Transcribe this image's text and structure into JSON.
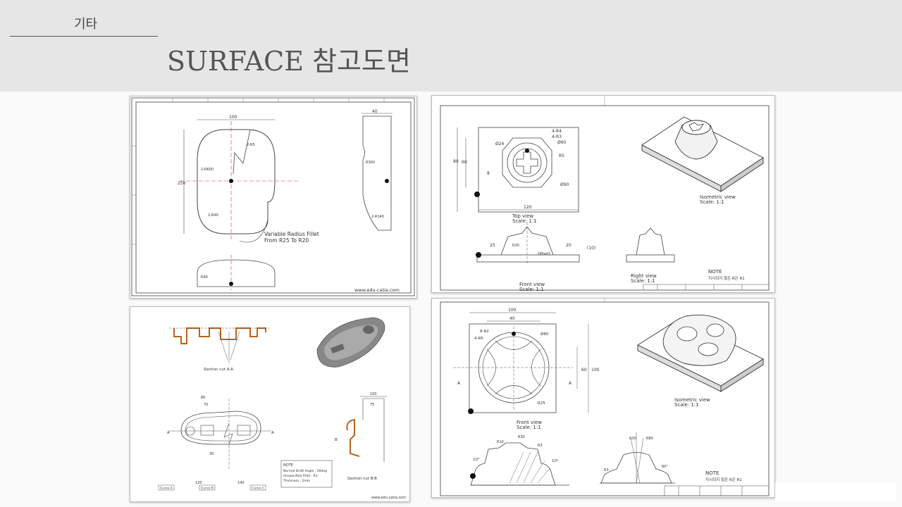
{
  "header": {
    "category": "기타",
    "title": "SURFACE 참고도면"
  },
  "drawing1": {
    "fillet_note_line1": "Variable Radius Fillet",
    "fillet_note_line2": "From R25 To R20",
    "watermark": "www.edu-catia.com",
    "dim_width": "100",
    "dim_side": "40",
    "dim_height": "250",
    "r600": "2-R600",
    "r40": "2-R40",
    "r300": "R300",
    "r5": "2-R5",
    "r140": "2-R140",
    "r40b": "R40"
  },
  "drawing2": {
    "top_view": "Top view",
    "top_scale": "Scale: 1:1",
    "iso_view": "Isometric view",
    "iso_scale": "Scale: 1:1",
    "front_view": "Front view",
    "front_scale": "Scale: 1:1",
    "right_view": "Right view",
    "right_scale": "Scale: 1:1",
    "note_title": "NOTE",
    "note_body": "지시되지 않은 R은 R1",
    "dim_120": "120",
    "dim_80": "80",
    "dim_60": "60",
    "dim_8": "8",
    "dim_25": "25",
    "dim_20": "20",
    "dim_10": "(10)",
    "phi24": "Ø24",
    "phi60": "Ø60",
    "phi90": "Ø90",
    "r4": "4-R4",
    "r3": "4-R3",
    "r5": "R5",
    "offset": "Offset5",
    "r30": "R30"
  },
  "drawing3": {
    "section_aa": "Section cut A-A",
    "section_bb": "Section cut B-B",
    "note_title": "NOTE",
    "note_line1": "Normal Draft Angle : 20deg",
    "note_line2": "Unspecified Fillet : R3",
    "note_line3": "Thickness : 2mm",
    "watermark": "www.edu-catia.com",
    "label_a": "A",
    "label_b": "B",
    "dim_80": "80",
    "dim_70": "70",
    "dim_30": "30",
    "dim_120": "120",
    "dim_140": "140",
    "dim_100": "100",
    "dim_75": "75",
    "curve_a": "Curve A",
    "curve_b": "Curve B",
    "curve_c": "Curve C"
  },
  "drawing4": {
    "front_view": "Front view",
    "front_scale": "Scale: 1:1",
    "iso_view": "Isometric view",
    "iso_scale": "Scale: 1:1",
    "note_title": "NOTE",
    "note_body": "지시되지 않은 R은 R1",
    "dim_100": "100",
    "dim_40": "40",
    "dim_60": "60",
    "label_a": "A",
    "r2": "8-R2",
    "r5": "4-R5",
    "phi80": "Ø80",
    "r25": "R25",
    "r10": "R10",
    "r30": "R30",
    "r80": "R80",
    "r3": "R3",
    "a10": "10°",
    "a60": "60°"
  }
}
